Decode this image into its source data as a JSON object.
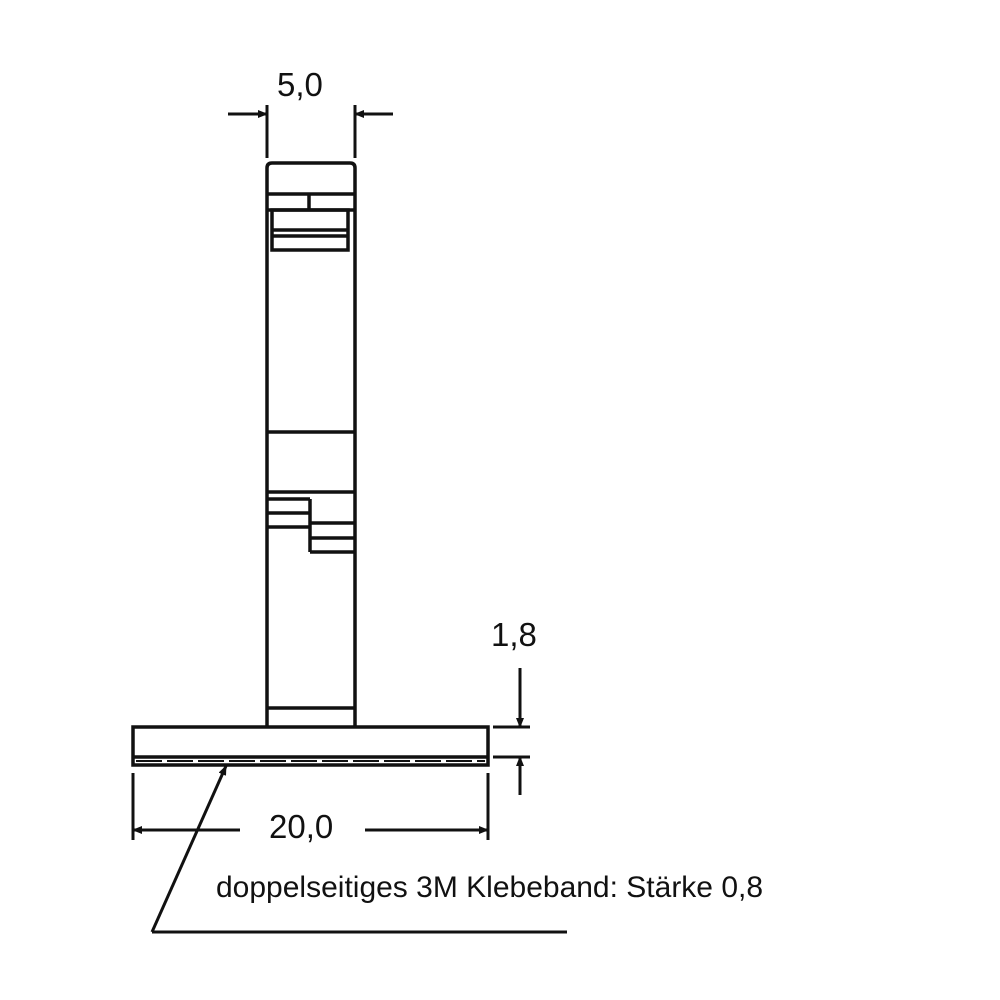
{
  "dimensions": {
    "width": "5,0",
    "base_thickness": "1,8",
    "base_width": "20,0"
  },
  "annotation": "doppelseitiges 3M Klebeband: Stärke 0,8",
  "colors": {
    "line": "#111111",
    "background": "#ffffff"
  }
}
